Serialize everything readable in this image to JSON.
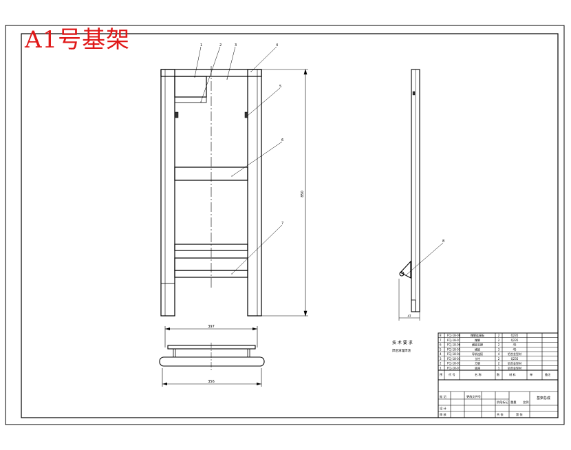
{
  "drawing": {
    "title": "A1号基架",
    "notes_heading": "技 术 要 求",
    "notes_line": "焊后清理焊渣",
    "dim_height": "850",
    "dim_top_width": "397",
    "dim_bottom_width": "356",
    "leaders": [
      "1",
      "2",
      "3",
      "4",
      "5",
      "6",
      "7",
      "8"
    ]
  },
  "title_block": {
    "label": "基架总成",
    "parts": [
      {
        "no": "8",
        "code": "FCJ-18-08",
        "name": "撑脚连接板",
        "qty": "2",
        "material": "Q235"
      },
      {
        "no": "7",
        "code": "FCJ-18-07",
        "name": "撑脚",
        "qty": "2",
        "material": "Q235"
      },
      {
        "no": "6",
        "code": "FCJ-18-06",
        "name": "横梁支撑",
        "qty": "2",
        "material": "45"
      },
      {
        "no": "5",
        "code": "FCJ-18-05",
        "name": "横梁",
        "qty": "3",
        "material": "45"
      },
      {
        "no": "4",
        "code": "FCJ-18-04",
        "name": "导轨连接",
        "qty": "4",
        "material": "铝合金型材"
      },
      {
        "no": "3",
        "code": "FCJ-18-03",
        "name": "立柱",
        "qty": "2",
        "material": "Q235"
      },
      {
        "no": "2",
        "code": "FCJ-18-02",
        "name": "方钢",
        "qty": "2",
        "material": "铝合金型材"
      },
      {
        "no": "1",
        "code": "FCJ-18-01",
        "name": "底座",
        "qty": "1",
        "material": "铝合金型材"
      }
    ]
  }
}
